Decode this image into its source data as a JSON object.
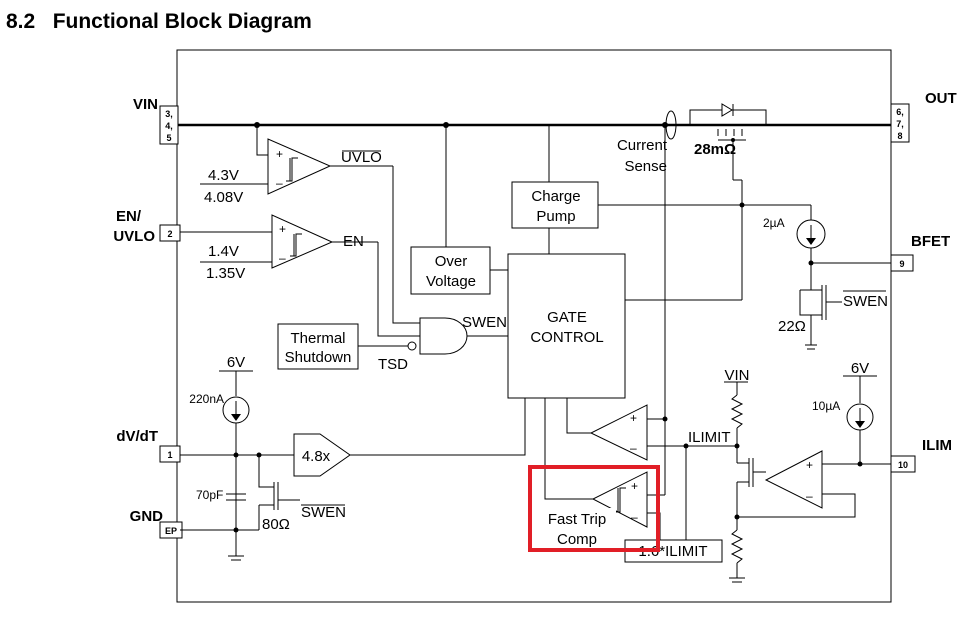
{
  "title": "8.2   Functional Block Diagram",
  "pins": {
    "vin": {
      "label": "VIN",
      "number": [
        "3,",
        "4,",
        "5"
      ]
    },
    "out": {
      "label": "OUT",
      "number": [
        "6,",
        "7,",
        "8"
      ]
    },
    "en": {
      "label_line1": "EN/",
      "label_line2": "UVLO",
      "number": "2"
    },
    "bfet": {
      "label": "BFET",
      "number": "9"
    },
    "dvdt": {
      "label": "dV/dT",
      "number": "1"
    },
    "gnd": {
      "label": "GND",
      "number": "EP"
    },
    "ilim": {
      "label": "ILIM",
      "number": "10"
    }
  },
  "labels": {
    "uvlo_high": "4.3V",
    "uvlo_low": "4.08V",
    "uvlo_out": "UVLO",
    "en_high": "1.4V",
    "en_low": "1.35V",
    "en_out": "EN",
    "thermal_line1": "Thermal",
    "thermal_line2": "Shutdown",
    "tsd": "TSD",
    "swen_gate": "SWEN",
    "overvoltage_line1": "Over",
    "overvoltage_line2": "Voltage",
    "charge_pump_line1": "Charge",
    "charge_pump_line2": "Pump",
    "gate_control_line1": "GATE",
    "gate_control_line2": "CONTROL",
    "current_sense_line1": "Current",
    "current_sense_line2": "Sense",
    "rds_on": "28mΩ",
    "bfet_current": "2µA",
    "swen_bfet": "SWEN",
    "bfet_res": "22Ω",
    "six_v_left": "6V",
    "dvdt_current": "220nA",
    "cap": "70pF",
    "dvdt_res": "80Ω",
    "swen_dvdt": "SWEN",
    "gain": "4.8x",
    "vin_sense": "VIN",
    "six_v_right": "6V",
    "ilim_current": "10µA",
    "ilimit": "ILIMIT",
    "fast_trip_line1": "Fast Trip",
    "fast_trip_line2": "Comp",
    "fast_trip_ref": "1.6*ILIMIT",
    "plus": "+",
    "minus": "–"
  },
  "highlight_color": "#e11e26"
}
